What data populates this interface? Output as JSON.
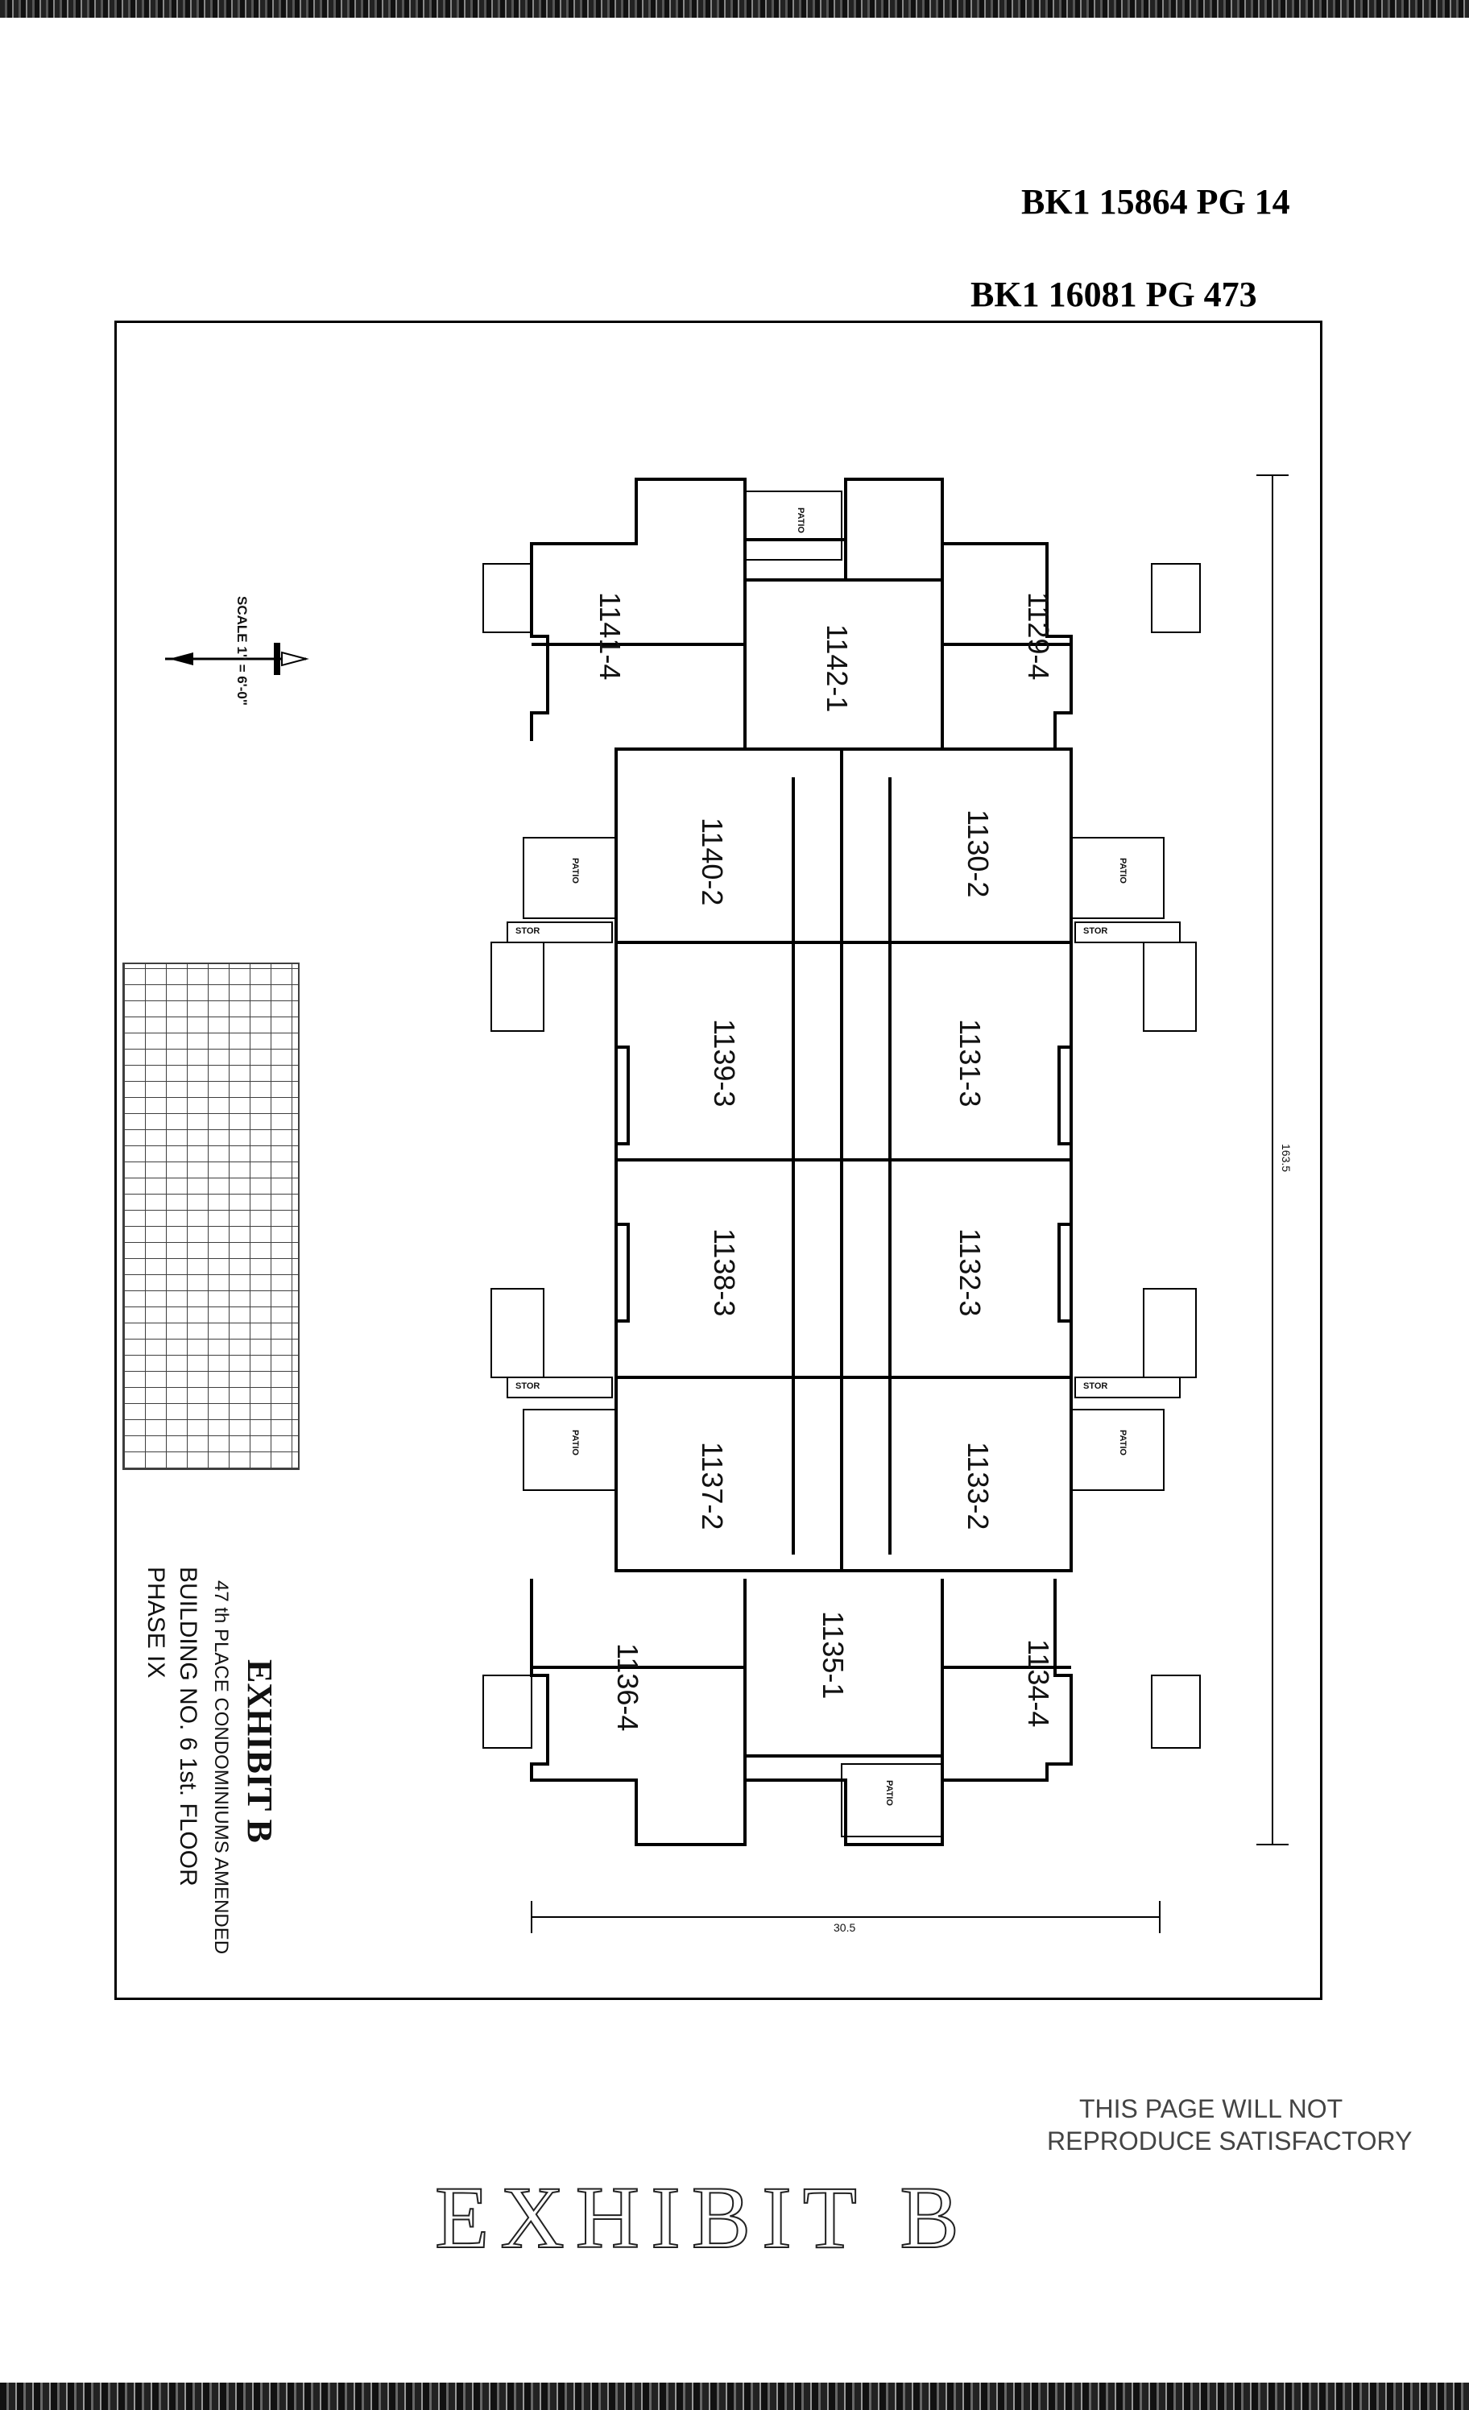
{
  "stamps": {
    "book1": "BK1 15864 PG 14",
    "book2": "BK1 16081 PG 473"
  },
  "title_block": {
    "title": "EXHIBIT B",
    "line1": "47 th PLACE CONDOMINIUMS AMENDED",
    "line2": "BUILDING NO. 6      1st. FLOOR",
    "line3": "PHASE IX"
  },
  "scale_label": "SCALE 1\" = 6'-0\"",
  "units": [
    {
      "label": "1141-4"
    },
    {
      "label": "1142-1"
    },
    {
      "label": "1129-4"
    },
    {
      "label": "1140-2"
    },
    {
      "label": "1130-2"
    },
    {
      "label": "1139-3"
    },
    {
      "label": "1131-3"
    },
    {
      "label": "1138-3"
    },
    {
      "label": "1132-3"
    },
    {
      "label": "1137-2"
    },
    {
      "label": "1133-2"
    },
    {
      "label": "1136-4"
    },
    {
      "label": "1135-1"
    },
    {
      "label": "1134-4"
    }
  ],
  "room_tags": {
    "patio": "PATIO",
    "stor": "STOR"
  },
  "dimensions": {
    "overall_width": "30.5",
    "overall_length": "163.5"
  },
  "notice": {
    "line1": "THIS PAGE WILL NOT",
    "line2": "REPRODUCE SATISFACTORY"
  },
  "bottom_label": "EXHIBIT B"
}
